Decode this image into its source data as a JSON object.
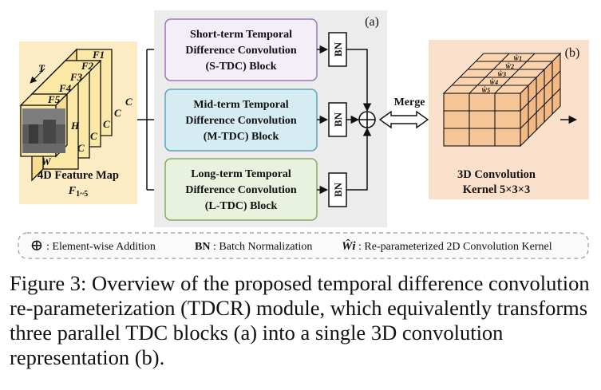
{
  "panel_a": {
    "label": "(a)",
    "blocks": [
      {
        "lines": [
          "Short-term Temporal",
          "Difference Convolution",
          "(S-TDC) Block"
        ]
      },
      {
        "lines": [
          "Mid-term Temporal",
          "Difference Convolution",
          "(M-TDC) Block"
        ]
      },
      {
        "lines": [
          "Long-term Temporal",
          "Difference Convolution",
          "(L-TDC) Block"
        ]
      }
    ],
    "bn_label": "BN",
    "merge_label": "Merge"
  },
  "feature_map": {
    "frames": [
      "F1",
      "F2",
      "F3",
      "F4",
      "F5"
    ],
    "t_label": "T",
    "w_label": "W",
    "h_label": "H",
    "c_label": "C",
    "title": "4D Feature Map",
    "subtitle_main": "F",
    "subtitle_sub": "1~5"
  },
  "panel_b": {
    "label": "(b)",
    "kernel_labels": [
      "Ŵ1",
      "Ŵ2",
      "Ŵ3",
      "Ŵ4",
      "Ŵ5"
    ],
    "title_line1": "3D Convolution",
    "title_line2": "Kernel 5×3×3"
  },
  "legend": {
    "symbol": "⊕",
    "add_text": ": Element-wise Addition",
    "bn_bold": "BN",
    "bn_text": ": Batch Normalization",
    "w_symbol": "Ŵi",
    "w_text": ": Re-parameterized 2D Convolution Kernel"
  },
  "caption": "Figure 3: Overview of the proposed temporal difference convolution re-parameterization (TDCR) module, which equivalently transforms three parallel TDC blocks (a) into a single 3D convolution representation (b).",
  "colors": {
    "feature_bg": "#fdebc4",
    "cube_face": "#fce9a8",
    "panel_a_bg": "#ececec",
    "s_tdc_fill": "#f4eef8",
    "s_tdc_border": "#9b78b8",
    "m_tdc_fill": "#d6ecf3",
    "m_tdc_border": "#5fa3bf",
    "l_tdc_fill": "#e9f2df",
    "l_tdc_border": "#86ab5e",
    "kernel_bg": "#fbe1cc",
    "kernel_cell": "#f6c597"
  }
}
